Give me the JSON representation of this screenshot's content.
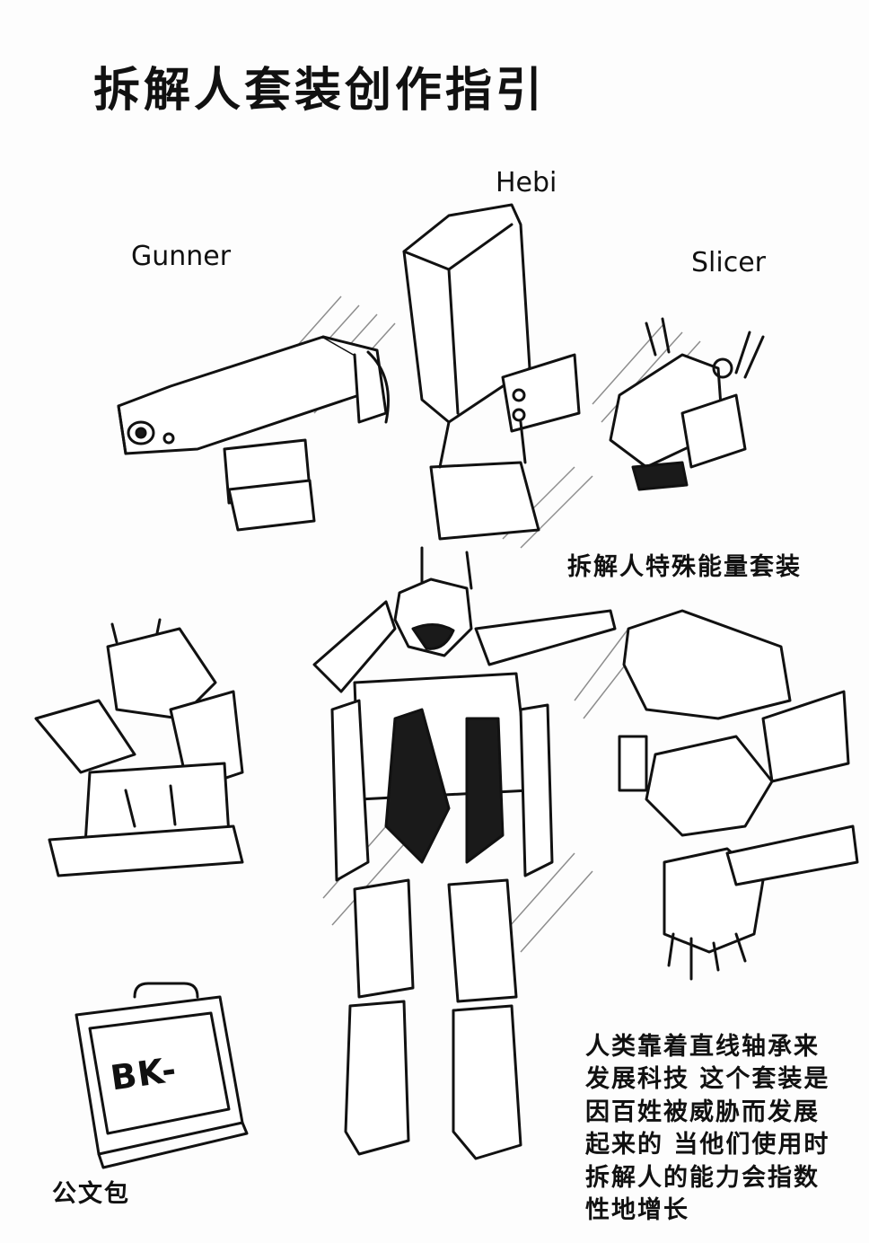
{
  "page": {
    "title": "拆解人套装创作指引",
    "labels": {
      "gunner": "Gunner",
      "hebi": "Hebi",
      "slicer": "Slicer"
    },
    "special_suit_caption": "拆解人特殊能量套装",
    "briefcase_caption": "公文包",
    "briefcase_badge": "BK-",
    "description_lines": [
      "人类靠着直线轴承来",
      "发展科技 这个套装是",
      "因百姓被威胁而发展",
      "起来的 当他们使用时",
      "拆解人的能力会指数",
      "性地增长"
    ]
  }
}
